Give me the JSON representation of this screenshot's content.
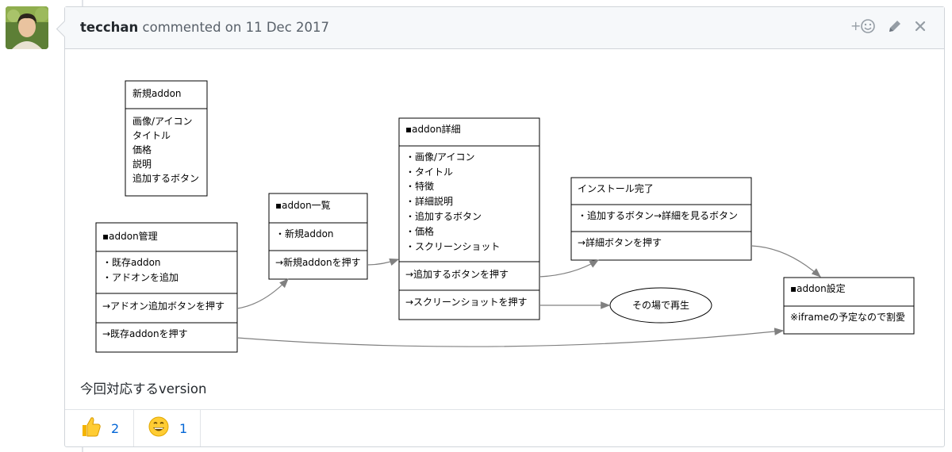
{
  "comment": {
    "author": "tecchan",
    "action": "commented on",
    "date": "11 Dec 2017",
    "body_caption": "今回対応するversion"
  },
  "icons": {
    "add_reaction": "add-reaction-icon",
    "edit": "pencil-icon",
    "close": "close-icon"
  },
  "reactions": [
    {
      "emoji": "thumbs-up-icon",
      "count": "2"
    },
    {
      "emoji": "smile-icon",
      "count": "1"
    }
  ],
  "diagram": {
    "new_addon": {
      "title": "新規addon",
      "items": [
        "画像/アイコン",
        "タイトル",
        "価格",
        "説明",
        "追加するボタン"
      ]
    },
    "addon_manage": {
      "title": "▪addon管理",
      "items": [
        "・既存addon",
        "・アドオンを追加"
      ],
      "action1": "→アドオン追加ボタンを押す",
      "action2": "→既存addonを押す"
    },
    "addon_list": {
      "title": "▪addon一覧",
      "items": [
        "・新規addon"
      ],
      "action1": "→新規addonを押す"
    },
    "addon_detail": {
      "title": "▪addon詳細",
      "items": [
        "・画像/アイコン",
        "・タイトル",
        "・特徴",
        "・詳細説明",
        "・追加するボタン",
        "・価格",
        "・スクリーンショット"
      ],
      "action1": "→追加するボタンを押す",
      "action2": "→スクリーンショットを押す"
    },
    "install_done": {
      "title": "インストール完了",
      "items": [
        "・追加するボタン→詳細を見るボタン"
      ],
      "action1": "→詳細ボタンを押す"
    },
    "play_here": {
      "label": "その場で再生"
    },
    "addon_settings": {
      "title": "▪addon設定",
      "items": [
        "※iframeの予定なので割愛"
      ]
    }
  }
}
